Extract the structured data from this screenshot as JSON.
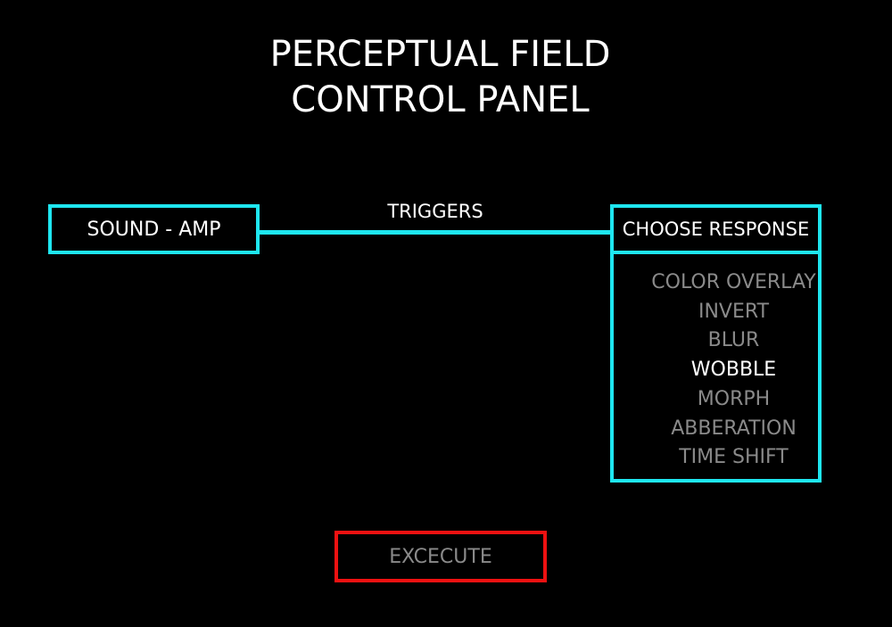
{
  "title": {
    "line1": "PERCEPTUAL FIELD",
    "line2": "CONTROL PANEL"
  },
  "trigger_source": {
    "label": "SOUND - AMP"
  },
  "connector": {
    "label": "TRIGGERS"
  },
  "response": {
    "header": "CHOOSE RESPONSE",
    "options": [
      {
        "label": "COLOR OVERLAY",
        "selected": false
      },
      {
        "label": "INVERT",
        "selected": false
      },
      {
        "label": "BLUR",
        "selected": false
      },
      {
        "label": "WOBBLE",
        "selected": true
      },
      {
        "label": "MORPH",
        "selected": false
      },
      {
        "label": "ABBERATION",
        "selected": false
      },
      {
        "label": "TIME SHIFT",
        "selected": false
      }
    ]
  },
  "execute": {
    "label": "EXCECUTE"
  },
  "colors": {
    "background": "#000000",
    "accent_cyan": "#1ee6f0",
    "execute_red": "#ee1111",
    "text_active": "#ffffff",
    "text_inactive": "#8a8a8a"
  }
}
